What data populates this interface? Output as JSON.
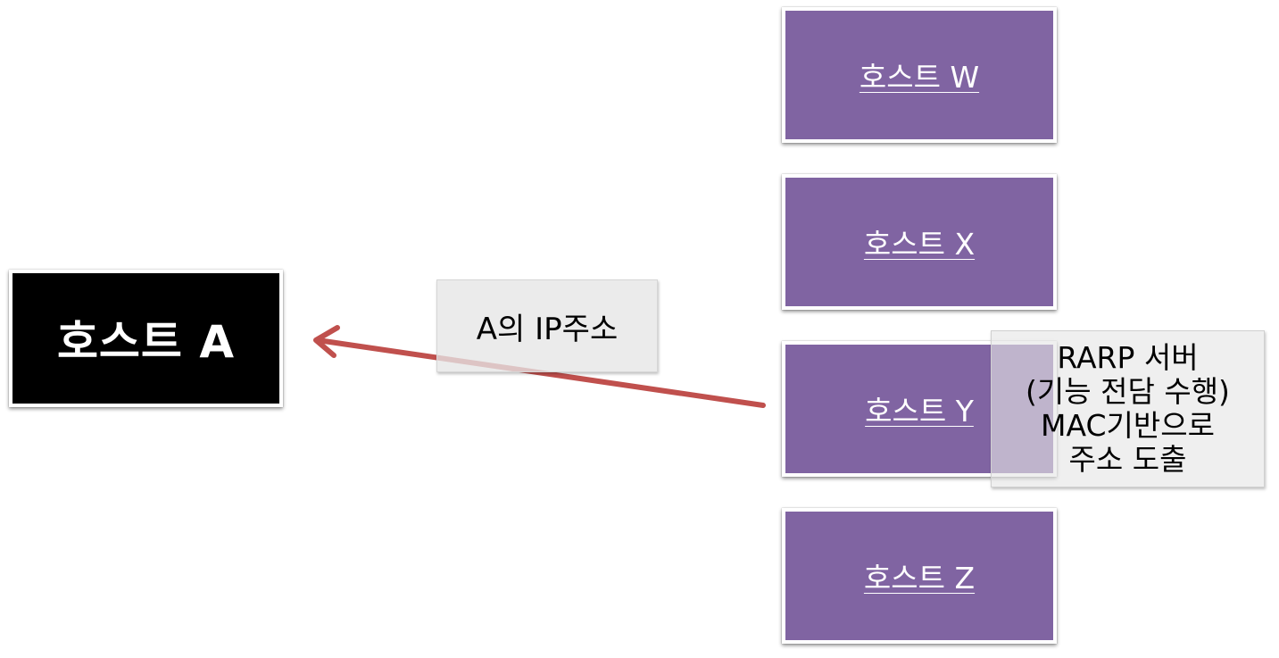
{
  "colors": {
    "host_fill": "#8064a2",
    "host_a_fill": "#000000",
    "arrow": "#c0504d",
    "label_fill": "#e6e6e6"
  },
  "host_a": {
    "label": "호스트 A"
  },
  "hosts": [
    {
      "label": "호스트 W"
    },
    {
      "label": "호스트 X"
    },
    {
      "label": "호스트 Y"
    },
    {
      "label": "호스트 Z"
    }
  ],
  "arrow_label": "A의 IP주소",
  "rarp_label": {
    "lines": [
      "RARP 서버",
      "(기능 전담 수행)",
      "MAC기반으로",
      "주소 도출"
    ]
  },
  "icons": {
    "arrow": "arrow-left-icon"
  }
}
